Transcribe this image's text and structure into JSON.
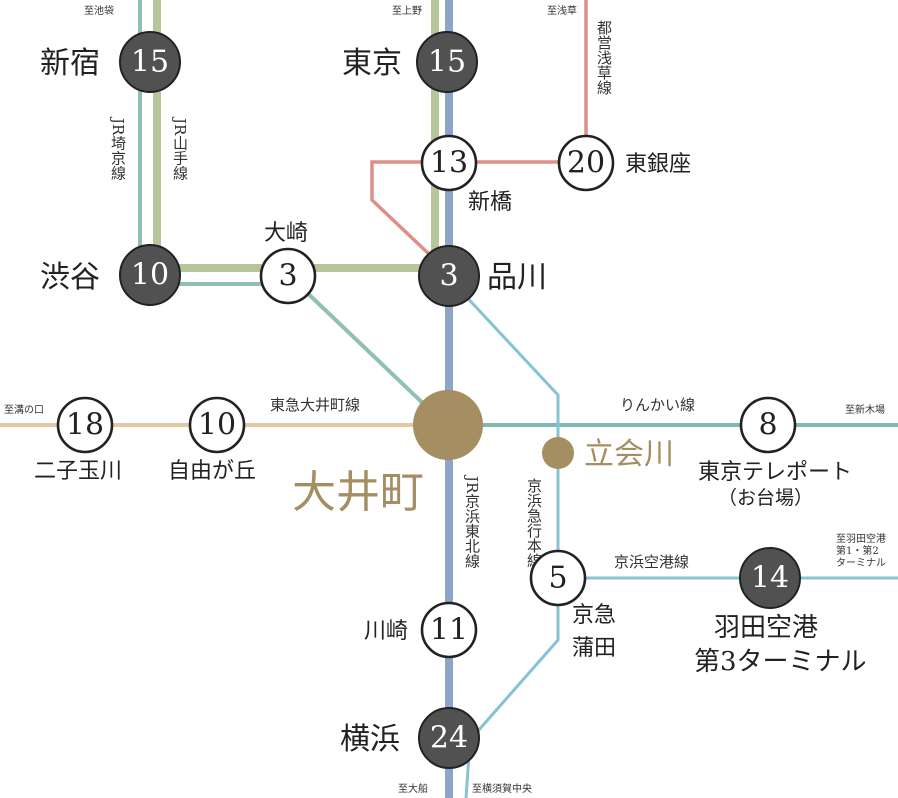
{
  "lines": {
    "jr_saikyo": "JR埼京線",
    "jr_yamanote": "JR山手線",
    "toei_asakusa": "都営浅草線",
    "tokyu_oimachi": "東急大井町線",
    "rinkai": "りんかい線",
    "keihin_kyuko": "京浜急行本線",
    "keihin_tohoku": "JR京浜東北線",
    "keikyu_airport": "京浜空港線"
  },
  "directions": {
    "ikebukuro": "至池袋",
    "ueno": "至上野",
    "asakusa": "至浅草",
    "mizonokuchi": "至溝の口",
    "shinkiba": "至新木場",
    "haneda_t12": "至羽田空港第1・第2ターミナル",
    "ofuna": "至大船",
    "yokosuka": "至横須賀中央"
  },
  "stations": {
    "shinjuku": {
      "name": "新宿",
      "minutes": "15"
    },
    "tokyo": {
      "name": "東京",
      "minutes": "15"
    },
    "shimbashi": {
      "name": "新橋",
      "minutes": "13"
    },
    "higashiginza": {
      "name": "東銀座",
      "minutes": "20"
    },
    "shibuya": {
      "name": "渋谷",
      "minutes": "10"
    },
    "osaki": {
      "name": "大崎",
      "minutes": "3"
    },
    "shinagawa": {
      "name": "品川",
      "minutes": "3"
    },
    "futakotamagawa": {
      "name": "二子玉川",
      "minutes": "18"
    },
    "jiyugaoka": {
      "name": "自由が丘",
      "minutes": "10"
    },
    "oimachi": {
      "name": "大井町"
    },
    "tachiaigawa": {
      "name": "立会川"
    },
    "tokyo_teleport": {
      "name": "東京テレポート",
      "sub": "（お台場）",
      "minutes": "8"
    },
    "keikyu_kamata": {
      "name1": "京急",
      "name2": "蒲田",
      "minutes": "5"
    },
    "haneda_t3": {
      "name1": "羽田空港",
      "name2": "第3ターミナル",
      "minutes": "14"
    },
    "kawasaki": {
      "name": "川崎",
      "minutes": "11"
    },
    "yokohama": {
      "name": "横浜",
      "minutes": "24"
    }
  },
  "colors": {
    "yamanote": "#b5c79a",
    "saikyo": "#8fc1b3",
    "keihin_tohoku": "#8da5c6",
    "toei_asakusa": "#de9088",
    "tokyu_oimachi": "#e2c9a2",
    "rinkai": "#82b8b4",
    "keikyu": "#86c3d5",
    "oimachi_station": "#a48e62",
    "dark_station": "#515151"
  }
}
